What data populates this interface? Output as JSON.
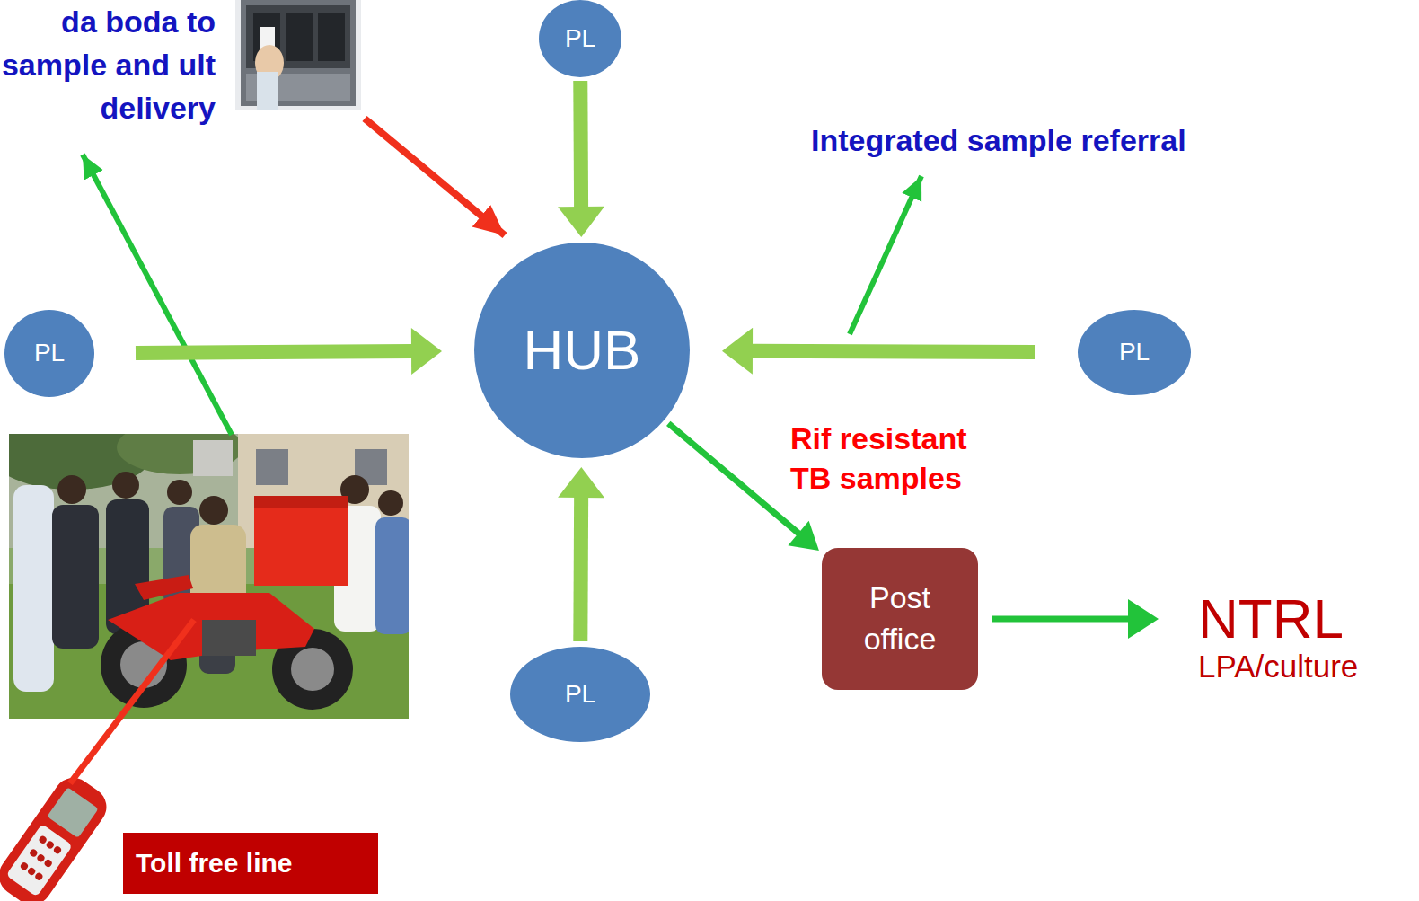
{
  "diagram": {
    "nodes": [
      {
        "text": [
          "PL"
        ]
      },
      {
        "text": [
          "PL"
        ]
      },
      {
        "text": [
          "HUB"
        ]
      },
      {
        "text": [
          "PL"
        ]
      },
      {
        "text": [
          "PL"
        ]
      },
      {
        "text": [
          "Post office"
        ]
      },
      {
        "text": [
          "NTRL",
          "LPA/culture"
        ]
      },
      {
        "text": [
          "Toll free line"
        ]
      }
    ],
    "edges": [
      {
        "from": 0,
        "to": 2,
        "arrow": "to"
      },
      {
        "from": 1,
        "to": 2,
        "arrow": "to"
      },
      {
        "from": 3,
        "to": 2,
        "arrow": "to"
      },
      {
        "from": 4,
        "to": 2,
        "arrow": "to"
      },
      {
        "from": 2,
        "to": 5,
        "label": "Rif resistant TB samples",
        "arrow": "to"
      },
      {
        "from": 5,
        "to": 6,
        "arrow": "to"
      }
    ],
    "labels": [
      "da boda to sample and ult delivery",
      "Integrated sample referral"
    ]
  }
}
